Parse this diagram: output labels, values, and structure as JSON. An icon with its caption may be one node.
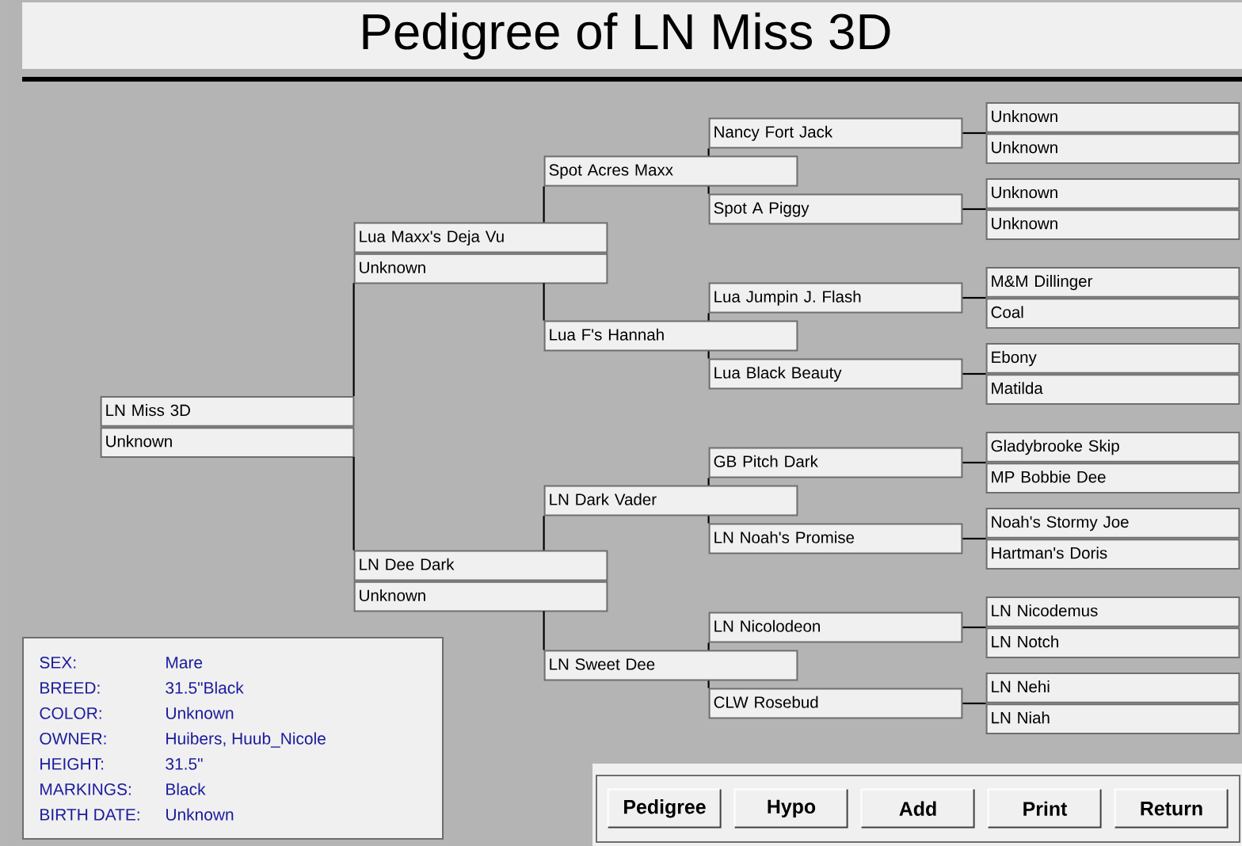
{
  "diagram": {
    "title": "Pedigree of LN Miss 3D",
    "nodes": [
      {
        "text": [
          "LN Miss 3D",
          "Unknown"
        ]
      },
      {
        "text": [
          "Lua Maxx's Deja Vu",
          "Unknown"
        ]
      },
      {
        "text": [
          "LN Dee Dark",
          "Unknown"
        ]
      },
      {
        "text": [
          "Spot Acres Maxx"
        ]
      },
      {
        "text": [
          "Lua F's Hannah"
        ]
      },
      {
        "text": [
          "LN Dark Vader"
        ]
      },
      {
        "text": [
          "LN Sweet Dee"
        ]
      },
      {
        "text": [
          "Nancy Fort Jack"
        ]
      },
      {
        "text": [
          "Spot A Piggy"
        ]
      },
      {
        "text": [
          "Lua Jumpin J. Flash"
        ]
      },
      {
        "text": [
          "Lua Black Beauty"
        ]
      },
      {
        "text": [
          "GB Pitch Dark"
        ]
      },
      {
        "text": [
          "LN Noah's Promise"
        ]
      },
      {
        "text": [
          "LN Nicolodeon"
        ]
      },
      {
        "text": [
          "CLW Rosebud"
        ]
      },
      {
        "text": [
          "Unknown"
        ]
      },
      {
        "text": [
          "Unknown"
        ]
      },
      {
        "text": [
          "Unknown"
        ]
      },
      {
        "text": [
          "Unknown"
        ]
      },
      {
        "text": [
          "M&M Dillinger"
        ]
      },
      {
        "text": [
          "Coal"
        ]
      },
      {
        "text": [
          "Ebony"
        ]
      },
      {
        "text": [
          "Matilda"
        ]
      },
      {
        "text": [
          "Gladybrooke Skip"
        ]
      },
      {
        "text": [
          "MP Bobbie Dee"
        ]
      },
      {
        "text": [
          "Noah's Stormy Joe"
        ]
      },
      {
        "text": [
          "Hartman's Doris"
        ]
      },
      {
        "text": [
          "LN Nicodemus"
        ]
      },
      {
        "text": [
          "LN Notch"
        ]
      },
      {
        "text": [
          "LN Nehi"
        ]
      },
      {
        "text": [
          "LN Niah"
        ]
      }
    ],
    "edges": [
      {
        "from": 0,
        "to": 1,
        "arrow": "none"
      },
      {
        "from": 0,
        "to": 2,
        "arrow": "none"
      },
      {
        "from": 1,
        "to": 3,
        "arrow": "none"
      },
      {
        "from": 1,
        "to": 4,
        "arrow": "none"
      },
      {
        "from": 2,
        "to": 5,
        "arrow": "none"
      },
      {
        "from": 2,
        "to": 6,
        "arrow": "none"
      },
      {
        "from": 3,
        "to": 7,
        "arrow": "none"
      },
      {
        "from": 3,
        "to": 8,
        "arrow": "none"
      },
      {
        "from": 4,
        "to": 9,
        "arrow": "none"
      },
      {
        "from": 4,
        "to": 10,
        "arrow": "none"
      },
      {
        "from": 5,
        "to": 11,
        "arrow": "none"
      },
      {
        "from": 5,
        "to": 12,
        "arrow": "none"
      },
      {
        "from": 6,
        "to": 13,
        "arrow": "none"
      },
      {
        "from": 6,
        "to": 14,
        "arrow": "none"
      },
      {
        "from": 7,
        "to": 15,
        "arrow": "none"
      },
      {
        "from": 7,
        "to": 16,
        "arrow": "none"
      },
      {
        "from": 8,
        "to": 17,
        "arrow": "none"
      },
      {
        "from": 8,
        "to": 18,
        "arrow": "none"
      },
      {
        "from": 9,
        "to": 19,
        "arrow": "none"
      },
      {
        "from": 9,
        "to": 20,
        "arrow": "none"
      },
      {
        "from": 10,
        "to": 21,
        "arrow": "none"
      },
      {
        "from": 10,
        "to": 22,
        "arrow": "none"
      },
      {
        "from": 11,
        "to": 23,
        "arrow": "none"
      },
      {
        "from": 11,
        "to": 24,
        "arrow": "none"
      },
      {
        "from": 12,
        "to": 25,
        "arrow": "none"
      },
      {
        "from": 12,
        "to": 26,
        "arrow": "none"
      },
      {
        "from": 13,
        "to": 27,
        "arrow": "none"
      },
      {
        "from": 13,
        "to": 28,
        "arrow": "none"
      },
      {
        "from": 14,
        "to": 29,
        "arrow": "none"
      },
      {
        "from": 14,
        "to": 30,
        "arrow": "none"
      }
    ],
    "labels": [
      "SEX:",
      "Mare",
      "BREED:",
      "31.5\"Black",
      "COLOR:",
      "Unknown",
      "OWNER:",
      "Huibers, Huub_Nicole",
      "HEIGHT:",
      "31.5\"",
      "MARKINGS:",
      "Black",
      "BIRTH DATE:",
      "Unknown",
      "Pedigree",
      "Hypo",
      "Add",
      "Print",
      "Return"
    ]
  }
}
